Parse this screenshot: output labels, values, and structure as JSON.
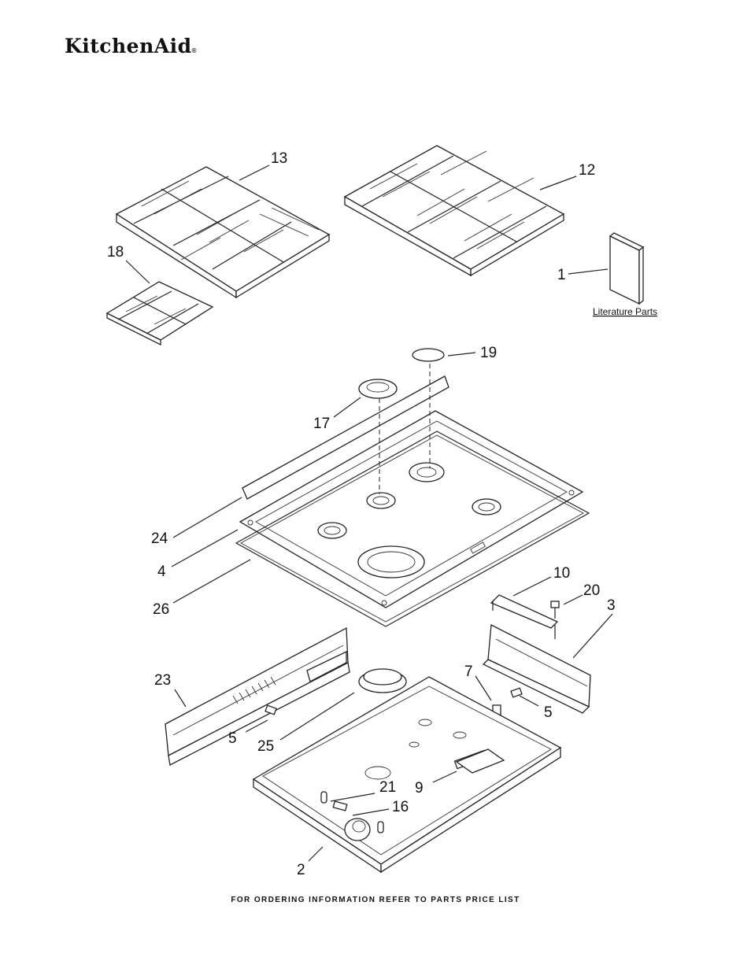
{
  "brand": {
    "logo_text": "KitchenAid",
    "registered_mark": "®"
  },
  "callouts": {
    "c1": "1",
    "c2": "2",
    "c3": "3",
    "c4": "4",
    "c5a": "5",
    "c5b": "5",
    "c7": "7",
    "c9": "9",
    "c10": "10",
    "c12": "12",
    "c13": "13",
    "c16": "16",
    "c17": "17",
    "c18": "18",
    "c19": "19",
    "c20": "20",
    "c21": "21",
    "c23": "23",
    "c24": "24",
    "c25": "25",
    "c26": "26"
  },
  "literature_label": "Literature Parts",
  "footer": "FOR ORDERING INFORMATION REFER TO PARTS PRICE LIST"
}
